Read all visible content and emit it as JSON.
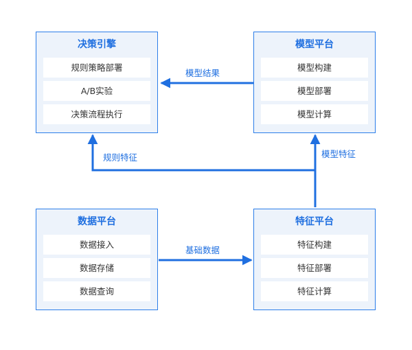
{
  "decision_engine": {
    "title": "决策引擎",
    "items": [
      "规则策略部署",
      "A/B实验",
      "决策流程执行"
    ]
  },
  "model_platform": {
    "title": "模型平台",
    "items": [
      "模型构建",
      "模型部署",
      "模型计算"
    ]
  },
  "data_platform": {
    "title": "数据平台",
    "items": [
      "数据接入",
      "数据存储",
      "数据查询"
    ]
  },
  "feature_platform": {
    "title": "特征平台",
    "items": [
      "特征构建",
      "特征部署",
      "特征计算"
    ]
  },
  "flows": {
    "model_results": "模型结果",
    "rule_features": "规则特征",
    "model_features": "模型特征",
    "base_data": "基础数据"
  },
  "colors": {
    "accent": "#1f6fe0",
    "panel_border": "#2b7de9",
    "panel_fill": "#edf3fb",
    "item_fill": "#ffffff",
    "item_text": "#333333"
  }
}
